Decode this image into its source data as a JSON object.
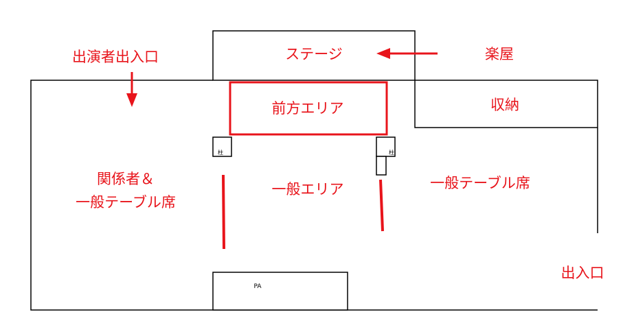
{
  "labels": {
    "performer_entrance": "出演者出入口",
    "stage": "ステージ",
    "green_room": "楽屋",
    "front_area": "前方エリア",
    "storage": "収納",
    "pillar_left": "柱",
    "pillar_right": "柱",
    "left_area_line1": "関係者＆",
    "left_area_line2": "一般テーブル席",
    "general_area": "一般エリア",
    "right_area": "一般テーブル席",
    "pa": "PA",
    "entrance": "出入口"
  },
  "colors": {
    "accent": "#e8141b",
    "line": "#000000",
    "background": "#ffffff"
  }
}
